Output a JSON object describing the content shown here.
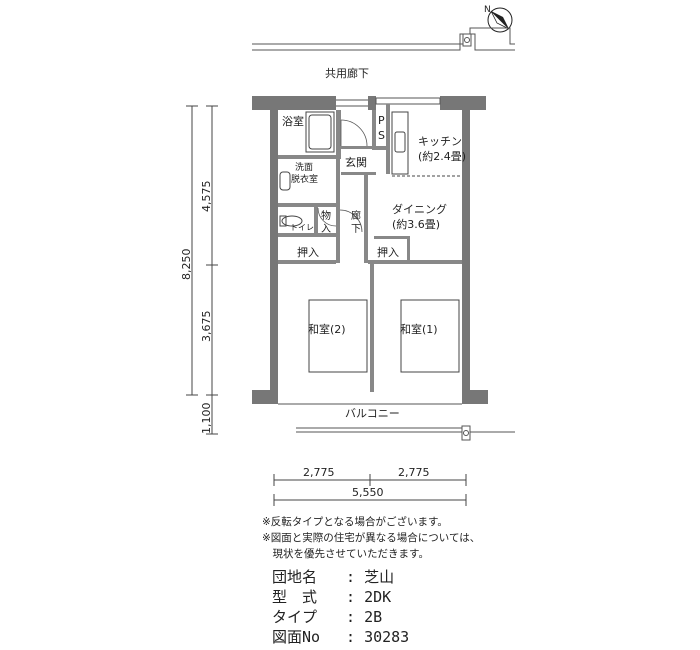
{
  "compass": {
    "label": "N"
  },
  "corridor": "共用廊下",
  "rooms": {
    "bath": "浴室",
    "ps": "PS",
    "kitchen": "キッチン",
    "kitchen_size": "(約2.4畳)",
    "entrance": "玄関",
    "washroom_1": "洗面",
    "washroom_2": "脱衣室",
    "toilet": "トイレ",
    "storage": "物入",
    "hall": "廊下",
    "dining": "ダイニング",
    "dining_size": "(約3.6畳)",
    "closet_left": "押入",
    "closet_right": "押入",
    "washitsu_2": "和室(2)",
    "washitsu_1": "和室(1)",
    "balcony": "バルコニー"
  },
  "dimensions": {
    "vertical": {
      "total": "8,250",
      "upper": "4,575",
      "lower": "3,675",
      "balcony": "1,100"
    },
    "horizontal": {
      "left": "2,775",
      "right": "2,775",
      "total": "5,550"
    }
  },
  "notes": [
    "※反転タイプとなる場合がございます。",
    "※図面と実際の住宅が異なる場合については、",
    "　現状を優先させていただきます。"
  ],
  "info": [
    {
      "key": "団地名",
      "value": "芝山"
    },
    {
      "key": "型　式",
      "value": "2DK"
    },
    {
      "key": "タイプ",
      "value": "2B"
    },
    {
      "key": "図面No",
      "value": "30283"
    }
  ]
}
